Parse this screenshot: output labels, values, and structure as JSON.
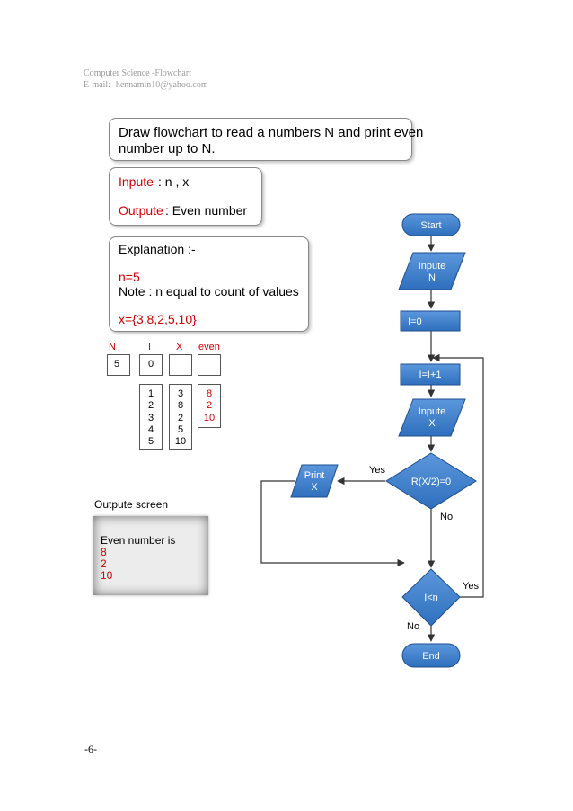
{
  "header": {
    "line1": "Computer Science -Flowchart",
    "line2": "E-mail:- hennamin10@yahoo.com"
  },
  "task": {
    "line1": "Draw flowchart to read a numbers N and print even",
    "line2": "number up to N."
  },
  "io": {
    "input_label": "Inpute",
    "input_value": ": n , x",
    "output_label": "Outpute",
    "output_value": ":  Even number"
  },
  "explanation": {
    "title": "Explanation :-",
    "n_value": "n=5",
    "note": "Note : n equal to count of values",
    "x_values": "x={3,8,2,5,10}"
  },
  "trace": {
    "headers": [
      "N",
      "I",
      "X",
      "even"
    ],
    "n_value": "5",
    "i_initial": "0",
    "i_values": [
      "1",
      "2",
      "3",
      "4",
      "5"
    ],
    "x_values": [
      "3",
      "8",
      "2",
      "5",
      "10"
    ],
    "even_values": [
      "8",
      "2",
      "10"
    ]
  },
  "output_screen": {
    "label": "Outpute screen",
    "lines": [
      "Even number is",
      "8",
      "2",
      "10"
    ]
  },
  "flowchart": {
    "start": "Start",
    "input_n": [
      "Inpute",
      "N"
    ],
    "init": "I=0",
    "increment": "I=I+1",
    "input_x": [
      "Inpute",
      "X"
    ],
    "decision1": "R(X/2)=0",
    "print": [
      "Print",
      "X"
    ],
    "decision2": "I<n",
    "end": "End",
    "yes": "Yes",
    "no": "No"
  },
  "colors": {
    "shape_fill": "#2f6fbd",
    "shape_fill_light": "#5b97dc",
    "shape_stroke": "#1f4f8f",
    "accent_red": "#d20000"
  },
  "page_number": "-6-"
}
